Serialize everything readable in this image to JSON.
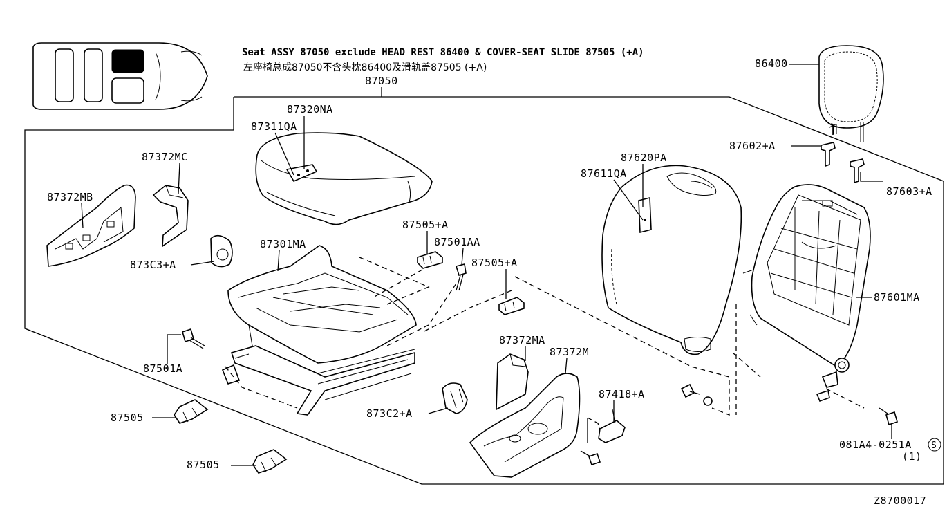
{
  "header": {
    "line_en": "Seat ASSY 87050 exclude HEAD REST 86400 & COVER-SEAT SLIDE 87505 (+A)",
    "line_cn": "左座椅总成87050不含头枕86400及滑轨盖87505 (+A)"
  },
  "diagram_id": "Z8700017",
  "labels": {
    "p87050": "87050",
    "p86400": "86400",
    "p87320NA": "87320NA",
    "p87311QA": "87311QA",
    "p87372MC": "87372MC",
    "p87372MB": "87372MB",
    "p873C3A": "873C3+A",
    "p87301MA": "87301MA",
    "p87505A_1": "87505+A",
    "p87501AA": "87501AA",
    "p87505A_2": "87505+A",
    "p87620PA": "87620PA",
    "p87611QA": "87611QA",
    "p87602A": "87602+A",
    "p87603A": "87603+A",
    "p87601MA": "87601MA",
    "p87501A": "87501A",
    "p87372MA": "87372MA",
    "p87372M": "87372M",
    "p87418A": "87418+A",
    "p873C2A": "873C2+A",
    "p87505_1": "87505",
    "p87505_2": "87505",
    "p081A4": "081A4-0251A",
    "p081A4_s": "S",
    "p081A4_qty": "(1)"
  }
}
